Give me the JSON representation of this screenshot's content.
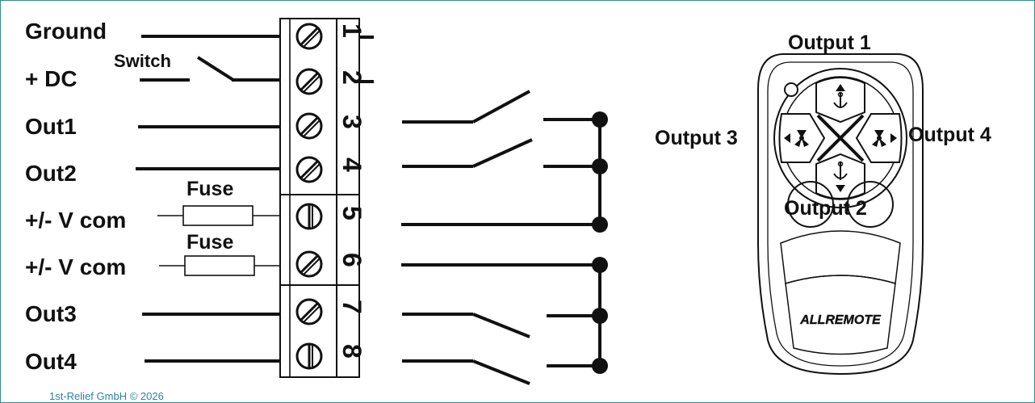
{
  "wiring": {
    "left_labels": [
      "Ground",
      "+ DC",
      "Out1",
      "Out2",
      "+/- V com",
      "+/- V com",
      "Out3",
      "Out4"
    ],
    "switch_label": "Switch",
    "fuse_labels": [
      "Fuse",
      "Fuse"
    ],
    "terminal_numbers": [
      "1",
      "2",
      "3",
      "4",
      "5",
      "6",
      "7",
      "8"
    ]
  },
  "remote": {
    "output_labels": [
      "Output 1",
      "Output 2",
      "Output 3",
      "Output 4"
    ],
    "brand": "ALLREMOTE"
  },
  "footer": {
    "copyright": "1st-Relief GmbH © 2026"
  },
  "colors": {
    "ink": "#111111",
    "footer": "#2e7fa8",
    "border": "#2f8f8f"
  },
  "icons": [
    "screw-icon",
    "anchor-icon",
    "fan-icon",
    "arrow-up-icon",
    "arrow-down-icon",
    "arrow-left-icon",
    "arrow-right-icon"
  ]
}
